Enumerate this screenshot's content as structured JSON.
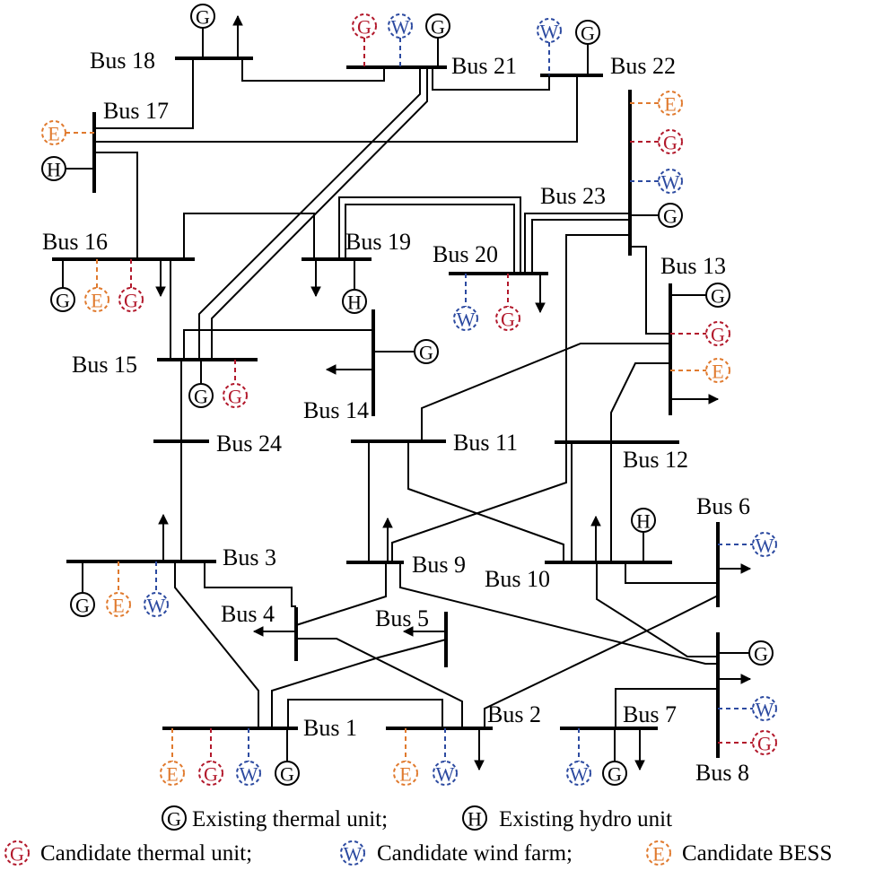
{
  "colors": {
    "existing": "#000000",
    "candidate_thermal": "#b2182b",
    "candidate_wind": "#2c4aa0",
    "candidate_bess": "#e07a2e"
  },
  "symbols": {
    "thermal": "G",
    "hydro": "H",
    "wind": "W",
    "bess": "E"
  },
  "buses": {
    "bus1": "Bus 1",
    "bus2": "Bus 2",
    "bus3": "Bus 3",
    "bus4": "Bus 4",
    "bus5": "Bus 5",
    "bus6": "Bus 6",
    "bus7": "Bus 7",
    "bus8": "Bus 8",
    "bus9": "Bus 9",
    "bus10": "Bus 10",
    "bus11": "Bus 11",
    "bus12": "Bus 12",
    "bus13": "Bus 13",
    "bus14": "Bus 14",
    "bus15": "Bus 15",
    "bus16": "Bus 16",
    "bus17": "Bus 17",
    "bus18": "Bus 18",
    "bus19": "Bus 19",
    "bus20": "Bus 20",
    "bus21": "Bus 21",
    "bus22": "Bus 22",
    "bus23": "Bus 23",
    "bus24": "Bus 24"
  },
  "legend": {
    "existing_thermal": "Existing thermal unit;",
    "existing_hydro": "Existing hydro unit",
    "candidate_thermal": "Candidate thermal unit;",
    "candidate_wind": "Candidate wind farm;",
    "candidate_bess": "Candidate BESS"
  }
}
